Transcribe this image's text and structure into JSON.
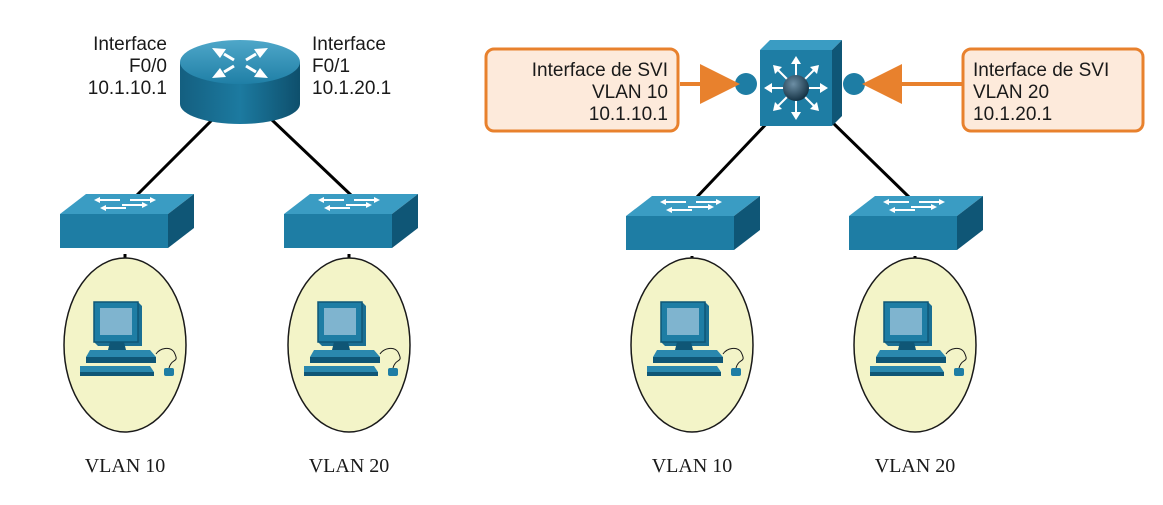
{
  "router_labels": {
    "left_line1": "Interface",
    "left_line2": "F0/0",
    "left_line3": "10.1.10.1",
    "right_line1": "Interface",
    "right_line2": "F0/1",
    "right_line3": "10.1.20.1"
  },
  "svi_boxes": {
    "left": {
      "line1": "Interface de SVI",
      "line2": "VLAN 10",
      "line3": "10.1.10.1"
    },
    "right": {
      "line1": "Interface de SVI",
      "line2": "VLAN 20",
      "line3": "10.1.20.1"
    }
  },
  "vlan_labels": {
    "left_a": "VLAN 10",
    "left_b": "VLAN 20",
    "right_a": "VLAN 10",
    "right_b": "VLAN 20"
  },
  "colors": {
    "device_blue": "#1e7da4",
    "device_dark": "#0f5676",
    "vlan_fill": "#f3f4c8",
    "svi_border": "#e8812d",
    "svi_fill": "#fdeadb",
    "arrow": "#e8812d"
  }
}
